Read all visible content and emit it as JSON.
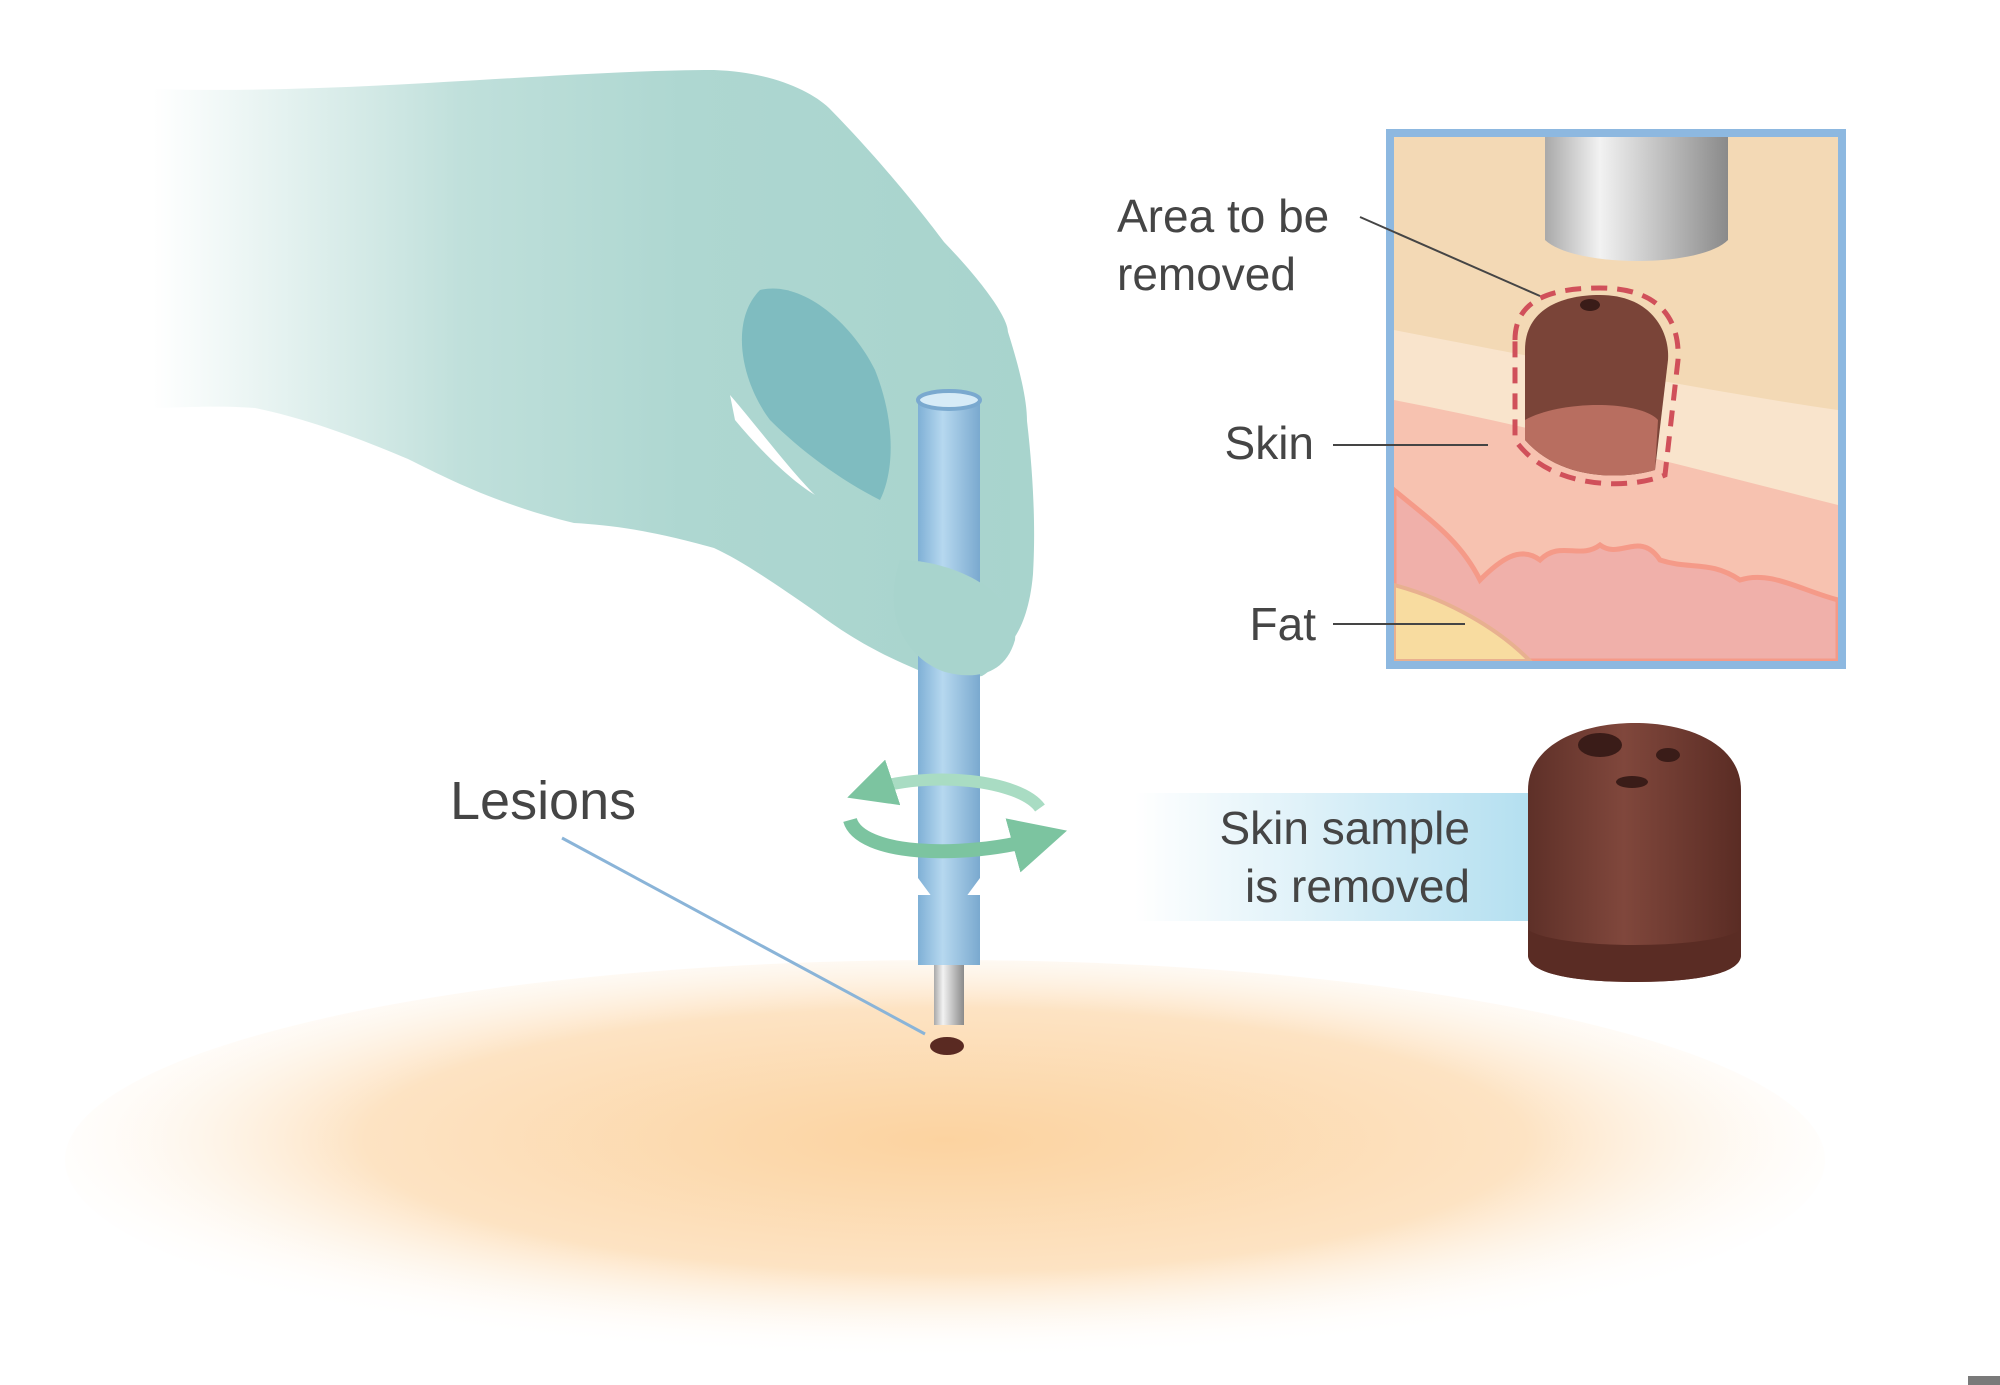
{
  "labels": {
    "lesions": "Lesions",
    "area_line1": "Area to be",
    "area_line2": "removed",
    "skin": "Skin",
    "fat": "Fat",
    "sample_line1": "Skin sample",
    "sample_line2": "is removed"
  },
  "colors": {
    "glove": "#b0d8d2",
    "punch_tool": "#9cc6e4",
    "skin_surface": "#fcd9a8",
    "inset_border": "#8db8e0",
    "dashed_outline": "#d0505a",
    "rotation_arrow": "#7cc4a0",
    "sample": "#6e3a30",
    "text": "#454545"
  }
}
